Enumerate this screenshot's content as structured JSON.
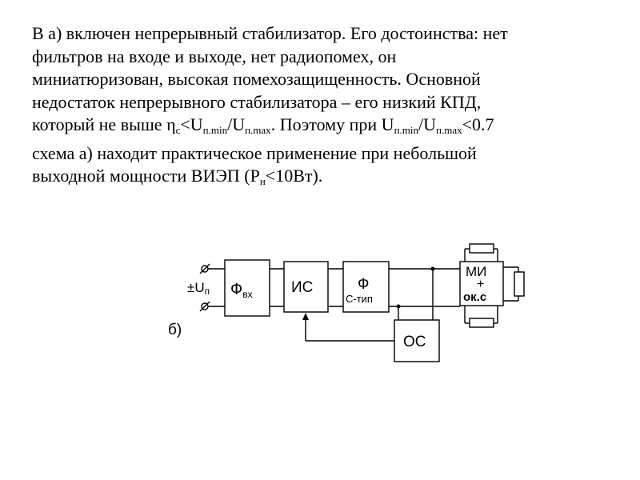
{
  "paragraph": {
    "line1": "В а) включен непрерывный стабилизатор. Его достоинства: нет",
    "line2": "фильтров на входе и выходе, нет радиопомех, он",
    "line3": "миниатюризован, высокая помехозащищенность. Основной",
    "line4": "недостаток непрерывного стабилизатора – его низкий КПД,",
    "line5": {
      "t1": "который не выше η",
      "s1": "с",
      "t2": "<U",
      "s2": "п.min",
      "t3": "/U",
      "s3": "п.max",
      "t4": ". Поэтому при U",
      "s4": "п.min",
      "t5": "/U",
      "s5": "п.max",
      "t6": "<0.7"
    },
    "line6": "схема а) находит практическое применение при небольшой",
    "line7": {
      "t1": "выходной мощности ВИЭП (Р",
      "s1": "н",
      "t2": "<10Вт)."
    }
  },
  "diagram": {
    "input_label": "±U",
    "input_sub": "п",
    "block_fvx": {
      "main": "Ф",
      "sub": "вх"
    },
    "block_is": "ИС",
    "block_f": {
      "main": "Ф",
      "sub": "С-тип"
    },
    "block_os": "ОС",
    "block_mi": {
      "line1": "МИ",
      "line2": "+",
      "line3": "ок.с"
    },
    "figure_label": "б)"
  }
}
